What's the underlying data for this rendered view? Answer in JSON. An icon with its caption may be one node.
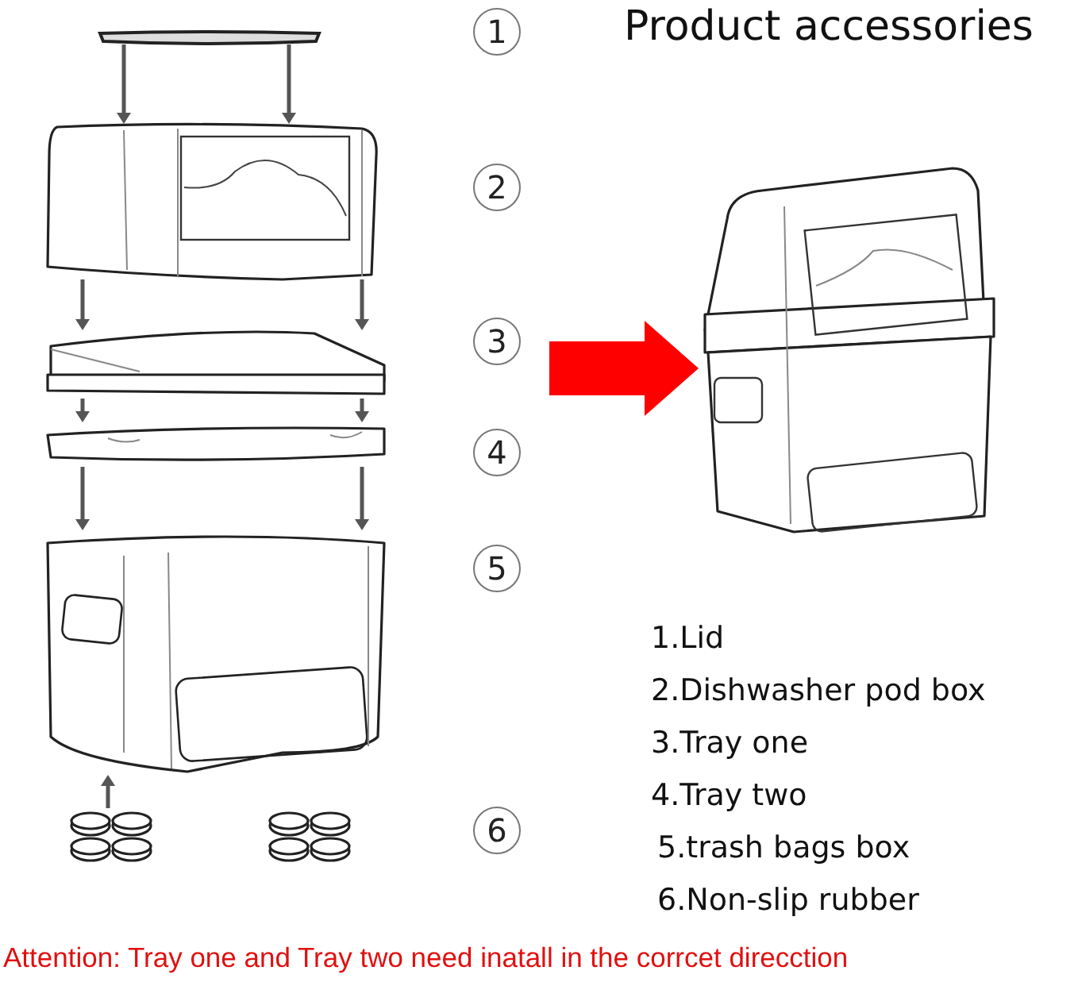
{
  "diagram": {
    "title": "Product accessories",
    "caption": "Attention: Tray one and Tray two need inatall in the corrcet direcction",
    "nodes": [
      {
        "text": [
          "1"
        ]
      },
      {
        "text": [],
        "shape": "bar"
      },
      {
        "text": [],
        "shape": "picture"
      },
      {
        "text": [
          "2"
        ]
      },
      {
        "text": [
          "3"
        ]
      },
      {
        "text": [],
        "shape": "picture"
      },
      {
        "text": [],
        "shape": "picture"
      },
      {
        "text": [
          "4"
        ]
      },
      {
        "text": [],
        "shape": "picture"
      },
      {
        "text": [
          "5"
        ]
      },
      {
        "text": [],
        "shape": "picture"
      },
      {
        "text": [],
        "shape": "picture"
      },
      {
        "text": [
          "6"
        ]
      },
      {
        "text": [],
        "shape": "picture"
      }
    ],
    "edges": [
      {
        "from": 1,
        "to": 2,
        "arrow": "to"
      },
      {
        "from": 1,
        "to": 2,
        "arrow": "to"
      },
      {
        "from": 2,
        "to": 5,
        "arrow": "to"
      },
      {
        "from": 2,
        "to": 5,
        "arrow": "to"
      },
      {
        "from": 5,
        "to": 6,
        "arrow": "to"
      },
      {
        "from": 5,
        "to": 6,
        "arrow": "to"
      },
      {
        "from": 6,
        "to": 8,
        "arrow": "to"
      },
      {
        "from": 6,
        "to": 8,
        "arrow": "to"
      },
      {
        "from": 10,
        "to": 8,
        "arrow": "to"
      },
      {
        "from": null,
        "to": 13,
        "arrow": "to",
        "style": "thick",
        "color": "#ff0000"
      }
    ],
    "labels": [
      "1.Lid",
      "2.Dishwasher pod box",
      "3.Tray one",
      "4.Tray two",
      "5.trash bags box",
      "6.Non-slip rubber"
    ]
  }
}
